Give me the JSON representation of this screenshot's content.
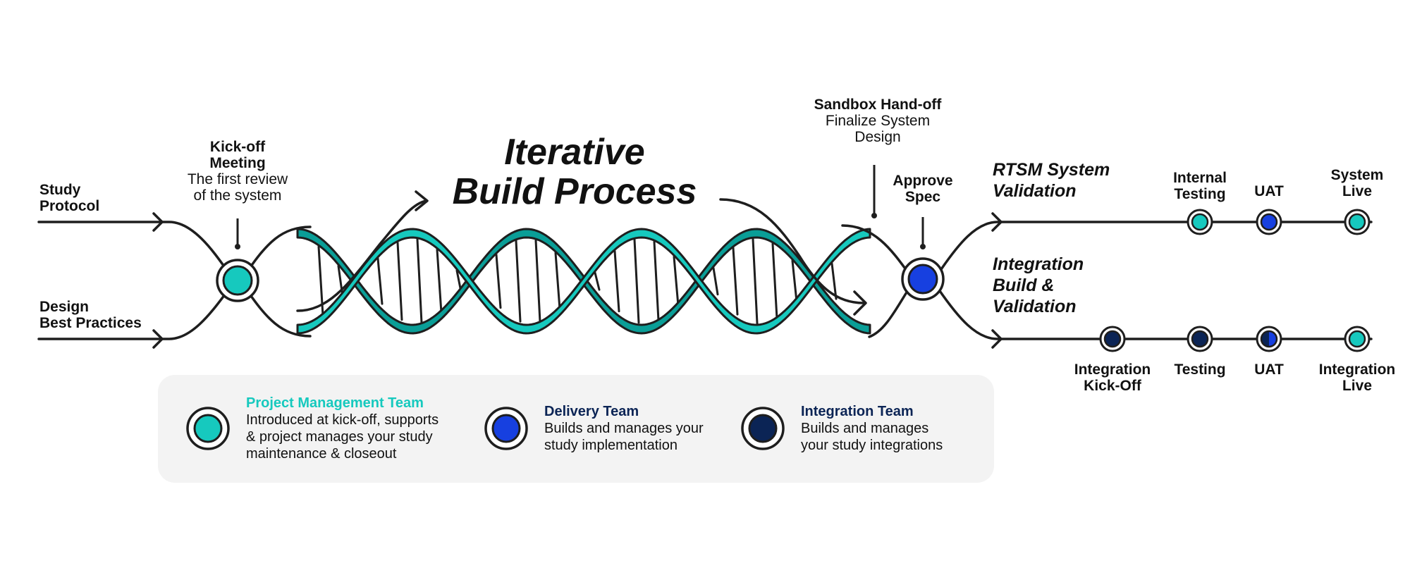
{
  "colors": {
    "teal": "#16c9be",
    "teal_dark": "#0a9e97",
    "blue": "#1740e0",
    "navy": "#0b2455",
    "ink": "#1e1e1e",
    "legend_bg": "#f3f3f3"
  },
  "title": {
    "line1": "Iterative",
    "line2": "Build Process"
  },
  "inputs": {
    "study_protocol": {
      "line1": "Study",
      "line2": "Protocol"
    },
    "design_best_practices": {
      "line1": "Design",
      "line2": "Best Practices"
    }
  },
  "kickoff": {
    "title_line1": "Kick-off",
    "title_line2": "Meeting",
    "desc_line1": "The first review",
    "desc_line2": "of the system",
    "node_team": "Project Management Team"
  },
  "sandbox": {
    "title": "Sandbox Hand-off",
    "desc_line1": "Finalize System",
    "desc_line2": "Design"
  },
  "approve": {
    "line1": "Approve",
    "line2": "Spec",
    "node_team": "Delivery Team"
  },
  "rtsm": {
    "title_line1": "RTSM System",
    "title_line2": "Validation",
    "milestones": [
      {
        "line1": "Internal",
        "line2": "Testing",
        "team": "Project Management Team"
      },
      {
        "line1": "UAT",
        "line2": "",
        "team": "Delivery Team"
      },
      {
        "line1": "System",
        "line2": "Live",
        "team": "Project Management Team"
      }
    ]
  },
  "integration": {
    "title_line1": "Integration",
    "title_line2": "Build &",
    "title_line3": "Validation",
    "milestones": [
      {
        "line1": "Integration",
        "line2": "Kick-Off",
        "team": "Integration Team"
      },
      {
        "line1": "Testing",
        "line2": "",
        "team": "Integration Team"
      },
      {
        "line1": "UAT",
        "line2": "",
        "team": "Integration Team + Delivery Team"
      },
      {
        "line1": "Integration",
        "line2": "Live",
        "team": "Project Management Team"
      }
    ]
  },
  "legend": [
    {
      "team": "Project Management Team",
      "lines": [
        "Introduced at kick-off, supports",
        "& project manages your study",
        "maintenance & closeout"
      ]
    },
    {
      "team": "Delivery Team",
      "lines": [
        "Builds and manages your",
        "study implementation"
      ]
    },
    {
      "team": "Integration Team",
      "lines": [
        "Builds and manages",
        "your study integrations"
      ]
    }
  ]
}
